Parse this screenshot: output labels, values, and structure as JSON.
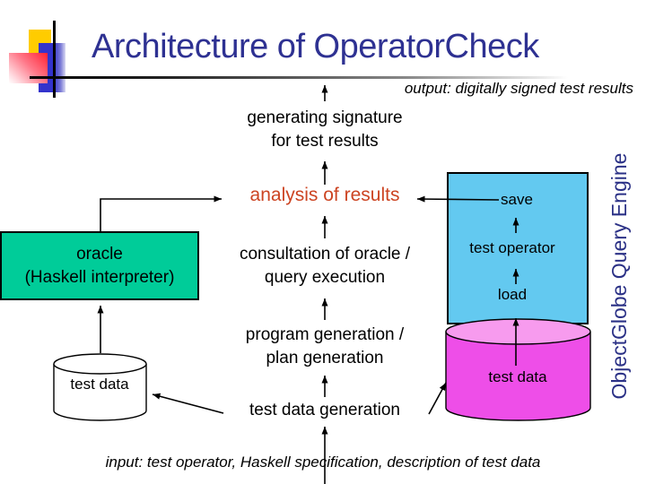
{
  "slide": {
    "title": "Architecture of OperatorCheck",
    "output_caption": "output: digitally signed test results",
    "input_caption": "input: test operator, Haskell specification, description of test data",
    "engine_sidebar": "ObjectGlobe Query Engine"
  },
  "flow": {
    "signature": "generating signature\nfor test results",
    "analysis": "analysis of results",
    "consultation": "consultation of oracle /\nquery execution",
    "program_generation": "program generation /\nplan generation",
    "test_data_generation": "test data generation"
  },
  "oracle": {
    "label": "oracle\n(Haskell interpreter)"
  },
  "local_store": {
    "label": "test data"
  },
  "engine": {
    "save": "save",
    "test_operator": "test operator",
    "load": "load",
    "store_label": "test data"
  },
  "colors": {
    "title_navy": "#2E3192",
    "analysis_red": "#CC4422",
    "oracle_green": "#00CC99",
    "engine_blue": "#63C9F0",
    "store_magenta": "#EE4EE8",
    "store_magenta_light": "#F79BEE",
    "deco_yellow": "#FFCC00",
    "deco_blue": "#3333CC",
    "deco_red": "#FF2233"
  }
}
